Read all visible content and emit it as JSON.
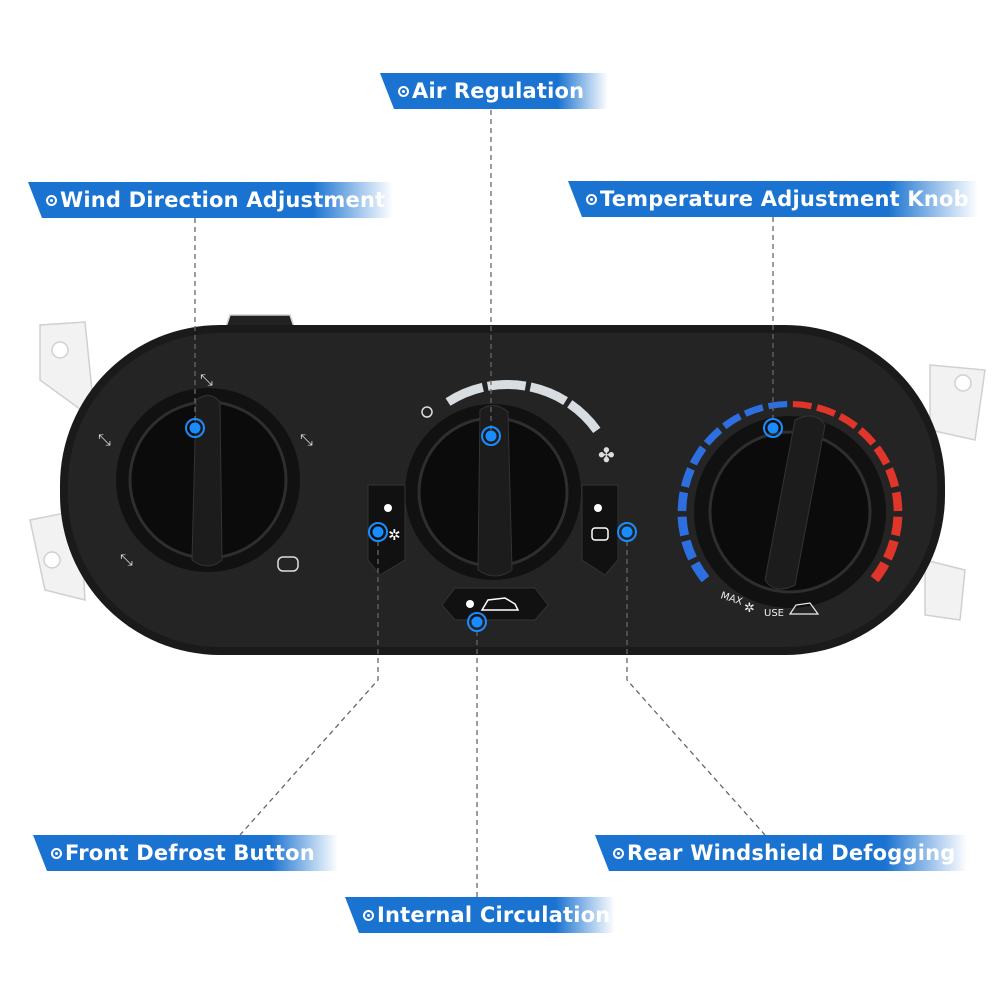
{
  "labels": {
    "air_regulation": "Air Regulation",
    "wind_direction": "Wind Direction Adjustment",
    "temperature": "Temperature Adjustment Knob",
    "front_defrost": "Front Defrost Button",
    "rear_defogging": "Rear Windshield Defogging",
    "internal_circulation": "Internal Circulation"
  },
  "panel_text": {
    "max": "MAX",
    "use": "USE"
  },
  "colors": {
    "label_blue": "#1a73d1",
    "cold": "#2e6fe0",
    "hot": "#e0352b"
  }
}
